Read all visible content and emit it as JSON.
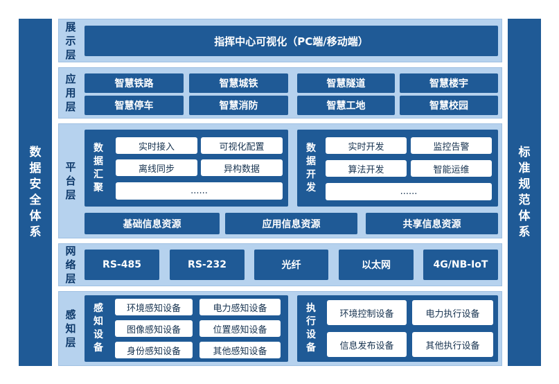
{
  "left_bar": {
    "label": "数据安全体系"
  },
  "right_bar": {
    "label": "标准规范体系"
  },
  "display_layer": {
    "label": "展示层",
    "item": "指挥中心可视化（PC端/移动端）"
  },
  "application_layer": {
    "label": "应用层",
    "items": [
      "智慧铁路",
      "智慧城铁",
      "智慧隧道",
      "智慧楼宇",
      "智慧停车",
      "智慧消防",
      "智慧工地",
      "智慧校园"
    ]
  },
  "platform_layer": {
    "label": "平台层",
    "aggregation": {
      "label": "数据汇聚",
      "items": [
        "实时接入",
        "可视化配置",
        "离线同步",
        "异构数据",
        "......"
      ]
    },
    "development": {
      "label": "数据开发",
      "items": [
        "实时开发",
        "监控告警",
        "算法开发",
        "智能运维",
        "......"
      ]
    },
    "resources": [
      "基础信息资源",
      "应用信息资源",
      "共享信息资源"
    ]
  },
  "network_layer": {
    "label": "网络层",
    "items": [
      "RS-485",
      "RS-232",
      "光纤",
      "以太网",
      "4G/NB-IoT"
    ]
  },
  "sensing_layer": {
    "label": "感知层",
    "sensing": {
      "label": "感知设备",
      "items": [
        "环境感知设备",
        "电力感知设备",
        "图像感知设备",
        "位置感知设备",
        "身份感知设备",
        "其他感知设备"
      ]
    },
    "execution": {
      "label": "执行设备",
      "items": [
        "环境控制设备",
        "电力执行设备",
        "信息发布设备",
        "其他执行设备"
      ]
    }
  },
  "colors": {
    "dark_blue": "#1f5a96",
    "layer_bg": "#b6d2ee",
    "white": "#ffffff"
  }
}
